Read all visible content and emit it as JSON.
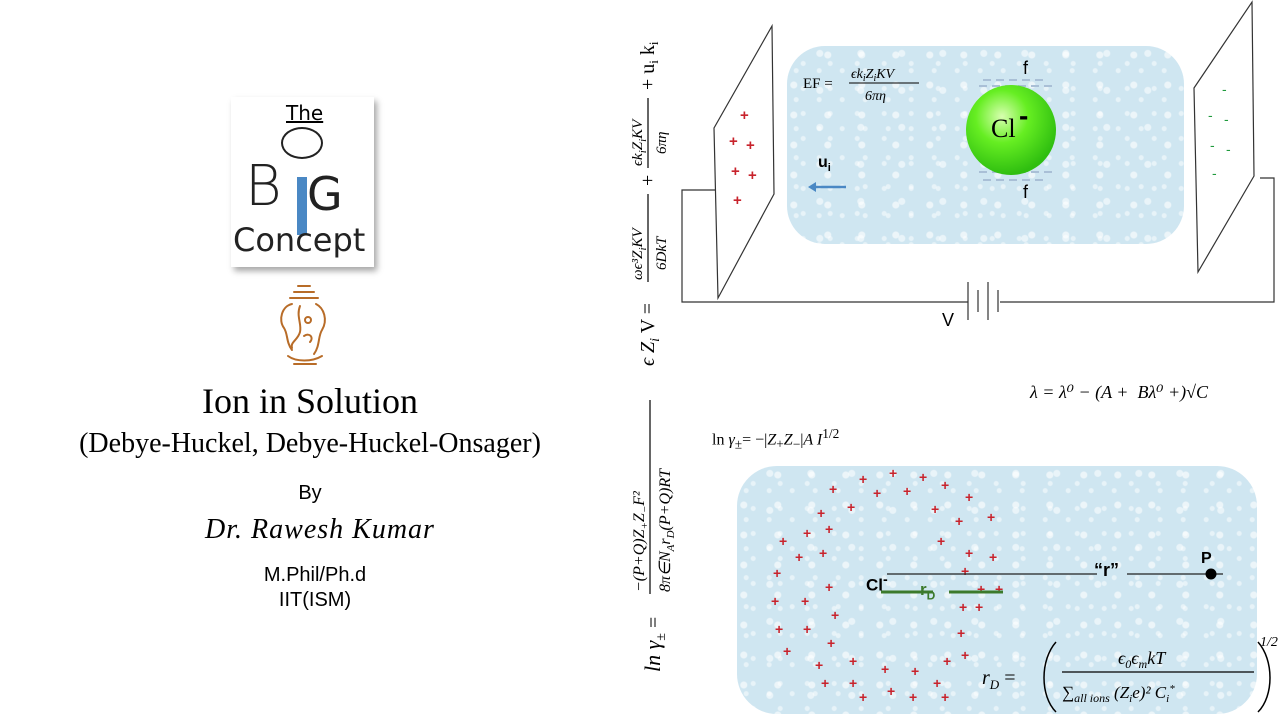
{
  "logo": {
    "the": "The",
    "big_letters": "BIG",
    "concept": "Concept"
  },
  "title": "Ion in Solution",
  "subtitle": "(Debye-Huckel,  Debye-Huckel-Onsager)",
  "by": "By",
  "author": "Dr. Rawesh Kumar",
  "degree": "M.Phil/Ph.d",
  "institute": "IIT(ISM)",
  "equations": {
    "velocity_balance": "∊ Zᵢ V = ωe³ZᵢKV/6DkT + ∊kᵢZᵢKV/6πη + uᵢ kᵢ",
    "ef": "EF = ∊kᵢZᵢKV / 6πη",
    "lambda": "λ = λ⁰ − (A + Bλ⁰ +)√C",
    "ln_gamma_limit": "ln γ± = −|Z₊Z₋|A I^1/2",
    "ln_gamma_full": "ln γ± = −(P+Q)Z₊Z₋F² / 8π∊N_A r_D (P+Q)RT",
    "debye_length": "r_D = ( ∊₀∊ₘkT / Σ_all ions (Zᵢe)² Cᵢ* )^1/2"
  },
  "diagram": {
    "ion_label": "Cl",
    "ion_charge": "-",
    "friction_label": "f",
    "velocity_label": "u",
    "velocity_sub": "i",
    "voltage_label": "V",
    "cl_label": "Cl",
    "rd_label": "r",
    "rd_sub": "D",
    "r_label": "“r”",
    "p_label": "P"
  },
  "colors": {
    "plus": "#c8232c",
    "minus": "#1f9a3c",
    "ion": "#44dd22",
    "arrow": "#4a88c4",
    "rd_line": "#3c7a2c"
  }
}
